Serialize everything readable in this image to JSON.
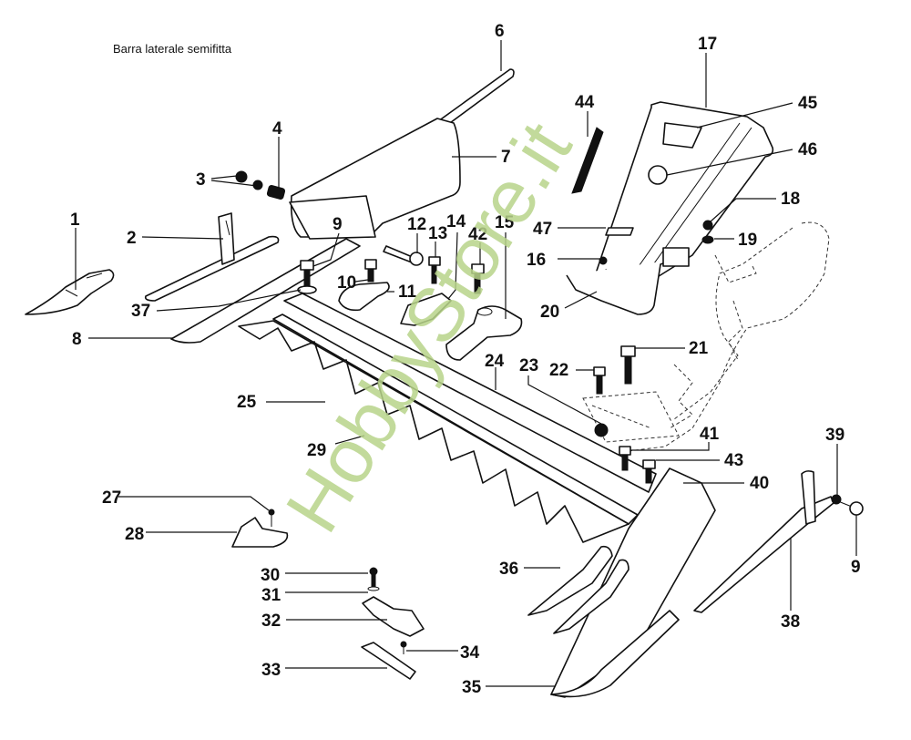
{
  "title": "Barra laterale semifitta",
  "watermark": "HobbyStore.it",
  "colors": {
    "line": "#111111",
    "watermark": "#b8d48a",
    "background": "#ffffff"
  },
  "callouts": [
    {
      "id": "1",
      "label": "1"
    },
    {
      "id": "2",
      "label": "2"
    },
    {
      "id": "3",
      "label": "3"
    },
    {
      "id": "4",
      "label": "4"
    },
    {
      "id": "6",
      "label": "6"
    },
    {
      "id": "7",
      "label": "7"
    },
    {
      "id": "8",
      "label": "8"
    },
    {
      "id": "9a",
      "label": "9"
    },
    {
      "id": "9b",
      "label": "9"
    },
    {
      "id": "10",
      "label": "10"
    },
    {
      "id": "11",
      "label": "11"
    },
    {
      "id": "12",
      "label": "12"
    },
    {
      "id": "13",
      "label": "13"
    },
    {
      "id": "14",
      "label": "14"
    },
    {
      "id": "15",
      "label": "15"
    },
    {
      "id": "16",
      "label": "16"
    },
    {
      "id": "17",
      "label": "17"
    },
    {
      "id": "18",
      "label": "18"
    },
    {
      "id": "19",
      "label": "19"
    },
    {
      "id": "20",
      "label": "20"
    },
    {
      "id": "21",
      "label": "21"
    },
    {
      "id": "22",
      "label": "22"
    },
    {
      "id": "23",
      "label": "23"
    },
    {
      "id": "24",
      "label": "24"
    },
    {
      "id": "25",
      "label": "25"
    },
    {
      "id": "27",
      "label": "27"
    },
    {
      "id": "28",
      "label": "28"
    },
    {
      "id": "29",
      "label": "29"
    },
    {
      "id": "30",
      "label": "30"
    },
    {
      "id": "31",
      "label": "31"
    },
    {
      "id": "32",
      "label": "32"
    },
    {
      "id": "33",
      "label": "33"
    },
    {
      "id": "34",
      "label": "34"
    },
    {
      "id": "35",
      "label": "35"
    },
    {
      "id": "36",
      "label": "36"
    },
    {
      "id": "37",
      "label": "37"
    },
    {
      "id": "38",
      "label": "38"
    },
    {
      "id": "39",
      "label": "39"
    },
    {
      "id": "40",
      "label": "40"
    },
    {
      "id": "41",
      "label": "41"
    },
    {
      "id": "42",
      "label": "42"
    },
    {
      "id": "43",
      "label": "43"
    },
    {
      "id": "44",
      "label": "44"
    },
    {
      "id": "45",
      "label": "45"
    },
    {
      "id": "46",
      "label": "46"
    },
    {
      "id": "47",
      "label": "47"
    }
  ]
}
